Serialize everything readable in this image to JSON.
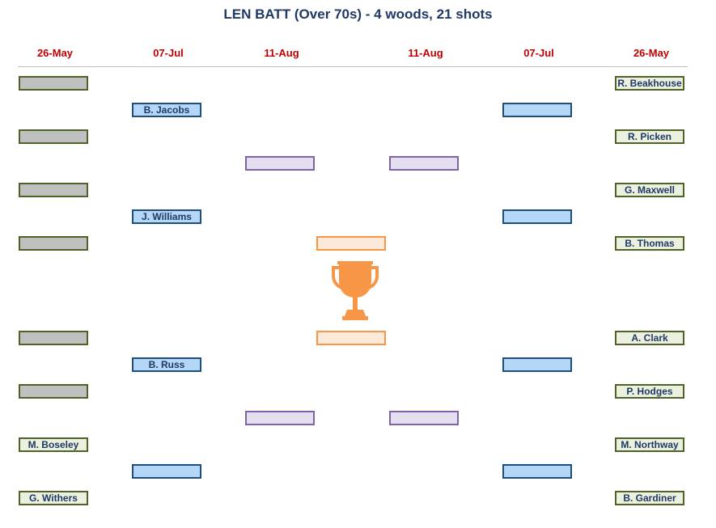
{
  "title": "LEN BATT (Over 70s) - 4 woods, 21 shots",
  "rounds": {
    "left": [
      "26-May",
      "07-Jul",
      "11-Aug"
    ],
    "right": [
      "11-Aug",
      "07-Jul",
      "26-May"
    ]
  },
  "left": {
    "r1": [
      "",
      "",
      "",
      "",
      "",
      "",
      "M. Boseley",
      "G. Withers"
    ],
    "r2": [
      "B. Jacobs",
      "J. Williams",
      "B. Russ",
      ""
    ],
    "r3": [
      "",
      ""
    ]
  },
  "right": {
    "r1": [
      "R. Beakhouse",
      "R. Picken",
      "G. Maxwell",
      "B. Thomas",
      "A. Clark",
      "P. Hodges",
      "M. Northway",
      "B. Gardiner"
    ],
    "r2": [
      "",
      "",
      "",
      ""
    ],
    "r3": [
      "",
      ""
    ]
  },
  "final": [
    "",
    ""
  ],
  "trophy_icon": "trophy-icon",
  "colors": {
    "title": "#1f3864",
    "date": "#c00000",
    "round1_empty": "#c0c0c0",
    "round1_named": "#ebf1de",
    "round2": "#b4d7f7",
    "round3": "#e4dff0",
    "final": "#fde9d9",
    "trophy": "#f79646"
  }
}
